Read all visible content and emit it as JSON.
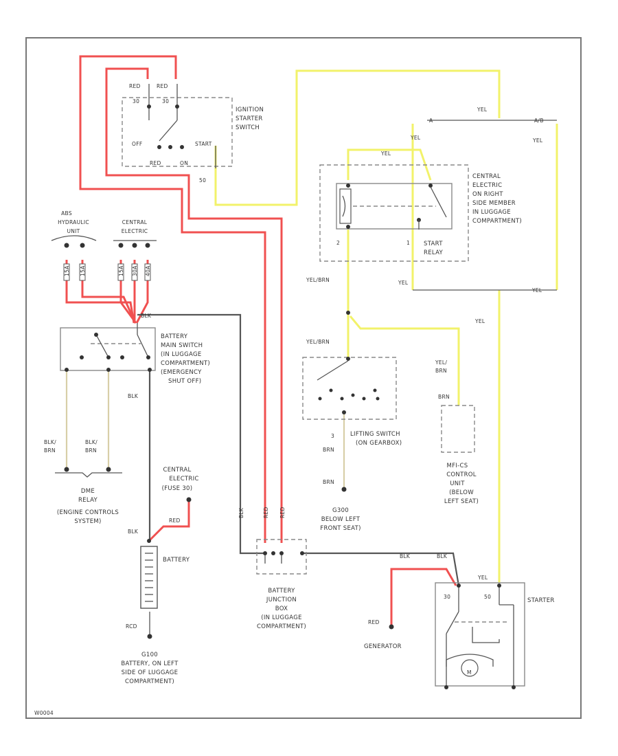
{
  "colors": {
    "wire_red": "#f05050",
    "wire_yellow": "#f2f26a",
    "wire_black": "#555555",
    "wire_tan": "#d8cfa8",
    "frame": "#777777"
  },
  "ignition_switch": {
    "title_lines": [
      "IGNITION",
      "STARTER",
      "SWITCH"
    ],
    "wire_top_left": "RED",
    "wire_top_right": "RED",
    "term_left": "30",
    "term_right": "30",
    "pos_off": "OFF",
    "pos_start": "START",
    "bottom_term_a": "RED",
    "bottom_term_b": "ON",
    "term_50": "50"
  },
  "abs_unit": {
    "title_lines": [
      "ABS",
      "HYDRAULIC",
      "UNIT"
    ],
    "fuse_a": "15A",
    "fuse_b": "15A"
  },
  "central_electric_top": {
    "title_lines": [
      "CENTRAL",
      "ELECTRIC"
    ],
    "fuse_a": "15A",
    "fuse_b": "30A",
    "fuse_c": "40A"
  },
  "battery_main_switch": {
    "label_lines": [
      "BATTERY",
      "MAIN SWITCH",
      "(IN LUGGAGE",
      "COMPARTMENT)",
      "(EMERGENCY",
      "SHUT OFF)"
    ],
    "top_wire": "BLK",
    "out_wire": "BLK",
    "wire_a_lines": [
      "BLK/",
      "BRN"
    ],
    "wire_b_lines": [
      "BLK/",
      "BRN"
    ]
  },
  "dme_relay": {
    "label_lines": [
      "DME",
      "RELAY",
      "(ENGINE CONTROLS",
      "SYSTEM)"
    ]
  },
  "central_electric_fuse": {
    "label_lines": [
      "CENTRAL",
      "ELECTRIC",
      "(FUSE 30)"
    ],
    "wire": "RED"
  },
  "battery": {
    "label": "BATTERY",
    "wire_pos": "BLK",
    "wire_neg": "RCD"
  },
  "ground_battery": {
    "label_lines": [
      "G100",
      "BATTERY, ON LEFT",
      "SIDE OF LUGGAGE",
      "COMPARTMENT)"
    ]
  },
  "battery_junction_box": {
    "label_lines": [
      "BATTERY",
      "JUNCTION",
      "BOX",
      "(IN LUGGAGE",
      "COMPARTMENT)"
    ],
    "wire_a": "BLK",
    "wire_b": "RED",
    "wire_c": "RED",
    "out_wire": "BLK"
  },
  "start_relay": {
    "label": "START",
    "label2": "RELAY",
    "term_2": "2",
    "term_1": "1",
    "central_electric_lines": [
      "CENTRAL",
      "ELECTRIC",
      "ON RIGHT",
      "SIDE MEMBER",
      "IN LUGGAGE",
      "COMPARTMENT)"
    ],
    "wire_in": "YEL"
  },
  "yel_wires": {
    "top_a": "YEL",
    "top_b": "YEL",
    "left_mid": "YEL",
    "right_mid": "YEL",
    "right_top": "YEL",
    "left_low": "YEL",
    "right_low": "YEL",
    "vertical": "YEL",
    "brn_a": "YEL/BRN",
    "brn_b": "YEL/BRN",
    "term_a": "A",
    "term_ab": "A/B"
  },
  "lifting_switch": {
    "label_lines": [
      "LIFTING SWITCH",
      "(ON GEARBOX)"
    ],
    "wire_a": "BRN",
    "wire_b": "BRN",
    "term": "3"
  },
  "ground_seat": {
    "label_lines": [
      "G300",
      "BELOW LEFT",
      "FRONT SEAT)"
    ]
  },
  "control_unit": {
    "label_lines": [
      "MFI-CS",
      "CONTROL",
      "UNIT",
      "(BELOW",
      "LEFT SEAT)"
    ],
    "wire_lines": [
      "YEL/",
      "BRN"
    ],
    "wire_b": "BRN"
  },
  "generator": {
    "label": "GENERATOR",
    "wire": "RED"
  },
  "starter": {
    "label": "STARTER",
    "term_30": "30",
    "term_50": "50",
    "motor": "M",
    "wire_in": "BLK",
    "wire_yel": "YEL"
  },
  "footer": {
    "code": "W0004"
  }
}
